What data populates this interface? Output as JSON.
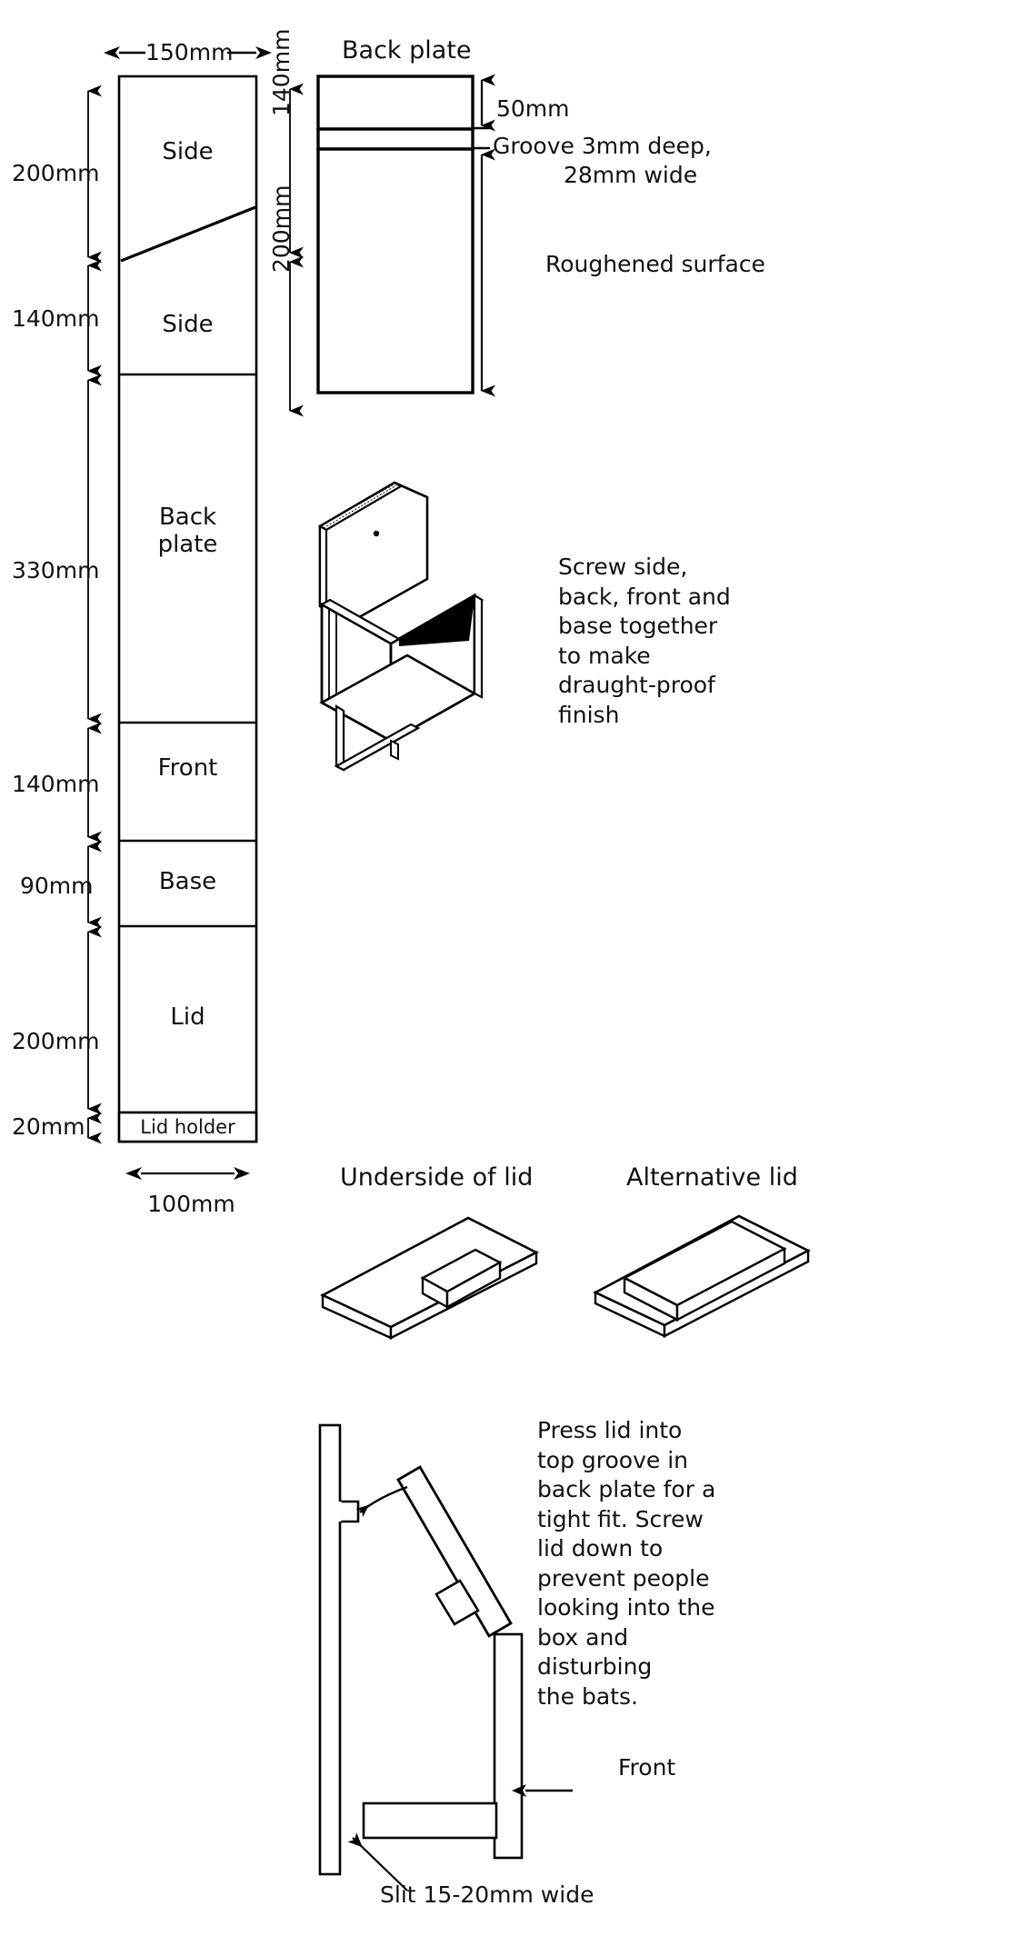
{
  "diagram": {
    "title_back_plate": "Back plate",
    "cutting_list": {
      "panels": [
        {
          "label": "Side",
          "dim_left": "200mm"
        },
        {
          "label": "Side",
          "dim_left": "140mm"
        },
        {
          "label": "Back\nplate",
          "dim_left": "330mm"
        },
        {
          "label": "Front",
          "dim_left": "140mm"
        },
        {
          "label": "Base",
          "dim_left": "90mm"
        },
        {
          "label": "Lid",
          "dim_left": "200mm"
        },
        {
          "label": "Lid holder",
          "dim_left": "20mm"
        }
      ],
      "width_top": "150mm",
      "width_bottom": "100mm"
    },
    "back_plate": {
      "dim_top": "50mm",
      "groove_note": "Groove 3mm deep,\n28mm wide",
      "groove_line1": "Groove 3mm deep,",
      "groove_line2": "28mm wide",
      "surface_note": "Roughened surface",
      "side_dim_upper": "140mm",
      "side_dim_lower": "200mm"
    },
    "assembly_note": "Screw side,\nback, front and\nbase together\nto make\ndraught-proof\nfinish",
    "assembly_note_lines": [
      "Screw side,",
      "back, front and",
      "base together",
      "to make",
      "draught-proof",
      "finish"
    ],
    "lids": {
      "underside_title": "Underside of lid",
      "alternative_title": "Alternative lid"
    },
    "section_note_lines": [
      "Press lid into",
      "top groove in",
      "back plate for a",
      "tight fit. Screw",
      "lid down to",
      "prevent people",
      "looking into the",
      "box and",
      "disturbing",
      "the bats."
    ],
    "section_labels": {
      "front": "Front",
      "slit": "Slit 15-20mm wide"
    },
    "colors": {
      "line": "#000000",
      "fill": "#ffffff",
      "shadow": "#000000",
      "background": "#ffffff"
    }
  }
}
